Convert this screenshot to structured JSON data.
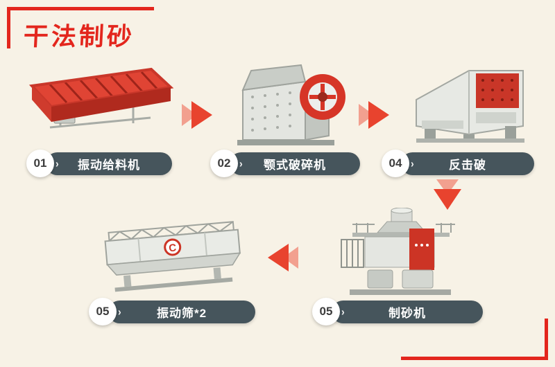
{
  "page": {
    "title": "干法制砂",
    "background_color": "#f7f2e6",
    "accent_red": "#e3261d",
    "pill_color": "#46555c"
  },
  "icons": {
    "chevron_glyph": "›",
    "flow_arrow_colors": {
      "front": "#e8432e",
      "back": "#f2a08f"
    },
    "arrow_directions": [
      "right",
      "right",
      "down",
      "left"
    ]
  },
  "flow": {
    "steps": [
      {
        "number": "01",
        "label": "振动给料机",
        "machine": "vibrating-feeder"
      },
      {
        "number": "02",
        "label": "颚式破碎机",
        "machine": "jaw-crusher"
      },
      {
        "number": "04",
        "label": "反击破",
        "machine": "impact-crusher"
      },
      {
        "number": "05",
        "label": "制砂机",
        "machine": "sand-making-machine"
      },
      {
        "number": "05",
        "label": "振动筛*2",
        "machine": "vibrating-screen-x2"
      }
    ],
    "machine_logo_letter": "C"
  }
}
